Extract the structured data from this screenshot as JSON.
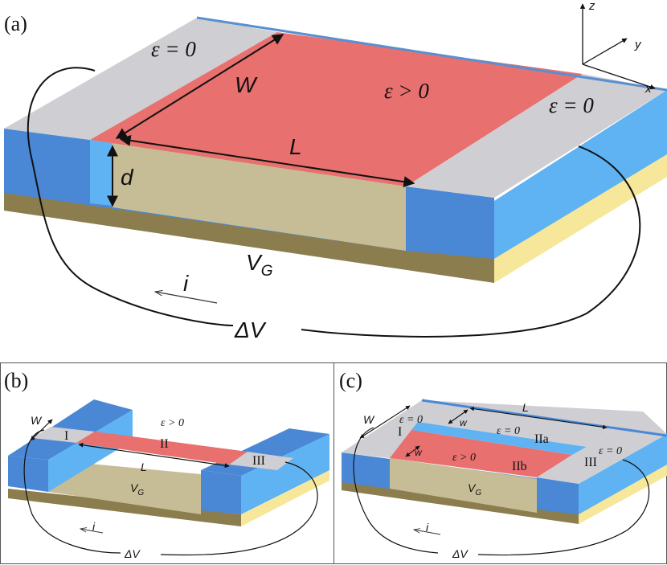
{
  "panel_a": {
    "label": "(a)",
    "eps_left": "ε = 0",
    "eps_center": "ε > 0",
    "eps_right": "ε = 0",
    "width_label": "W",
    "length_label": "L",
    "depth_label": "d",
    "gate_label": "V",
    "gate_sub": "G",
    "current_label": "i",
    "voltage_label": "ΔV",
    "axis_x": "x",
    "axis_y": "y",
    "axis_z": "z"
  },
  "panel_b": {
    "label": "(b)",
    "eps_center": "ε > 0",
    "region_1": "I",
    "region_2": "II",
    "region_3": "III",
    "width_label": "W",
    "length_label": "L",
    "gate_label": "V",
    "gate_sub": "G",
    "current_label": "i",
    "voltage_label": "ΔV"
  },
  "panel_c": {
    "label": "(c)",
    "eps_left": "ε = 0",
    "eps_top": "ε = 0",
    "eps_right": "ε = 0",
    "eps_bottom": "ε > 0",
    "region_1": "I",
    "region_2a": "IIa",
    "region_2b": "IIb",
    "region_3": "III",
    "width_outer": "W",
    "width_top": "w",
    "width_bottom": "w",
    "length_label": "L",
    "gate_label": "V",
    "gate_sub": "G",
    "current_label": "i",
    "voltage_label": "ΔV"
  }
}
